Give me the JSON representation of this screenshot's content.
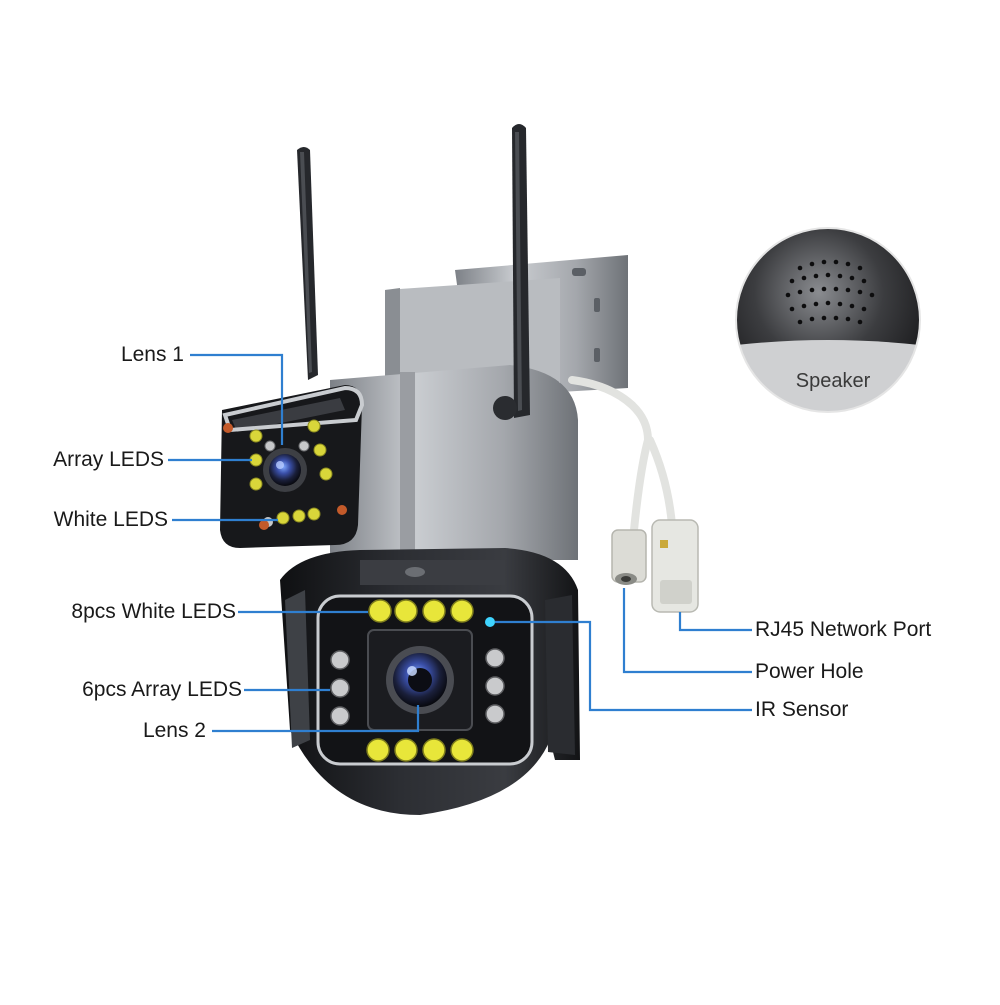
{
  "labels": {
    "lens1": "Lens 1",
    "array_leds": "Array LEDS",
    "white_leds": "White LEDS",
    "white_leds_8": "8pcs White LEDS",
    "array_leds_6": "6pcs Array LEDS",
    "lens2": "Lens 2",
    "rj45": "RJ45 Network Port",
    "power_hole": "Power Hole",
    "ir_sensor": "IR Sensor"
  },
  "inset": {
    "label": "Speaker"
  },
  "colors": {
    "callout": "#2f7fd0",
    "led_yellow": "#e8e63a",
    "body_silver": "#a9acb1",
    "body_dark": "#1c1d20"
  }
}
